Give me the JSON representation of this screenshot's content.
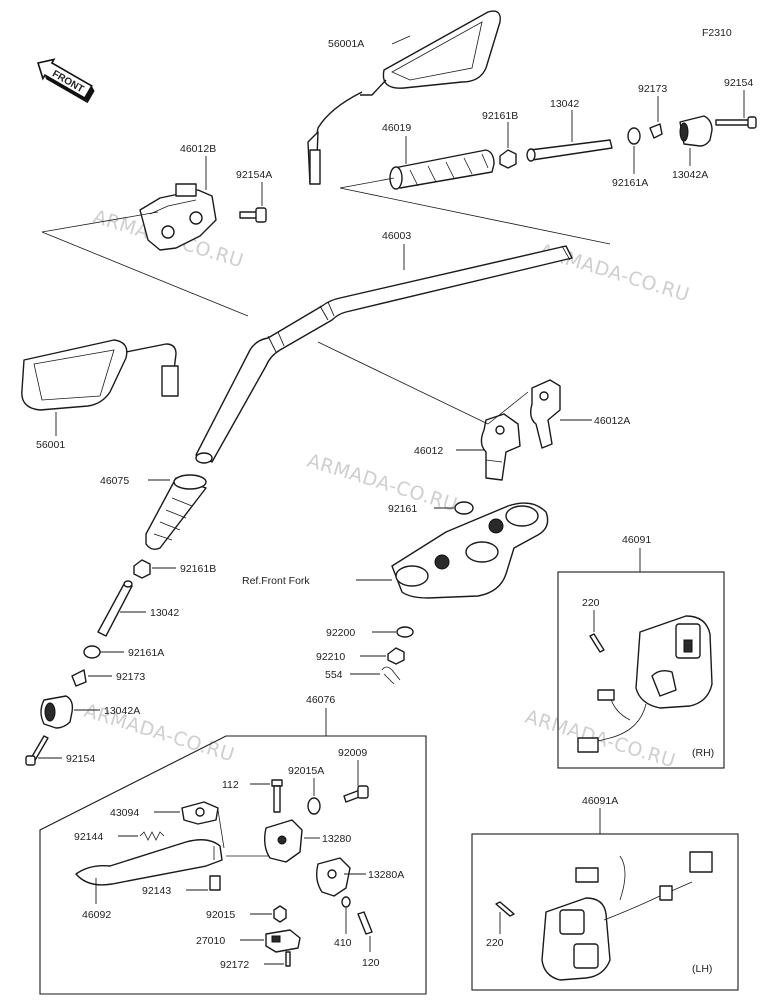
{
  "figure_code": "F2310",
  "front_label": "FRONT",
  "watermark": "ARMADA-CO.RU",
  "parts": {
    "p56001A": "56001A",
    "p46012B": "46012B",
    "p92154A": "92154A",
    "p46019": "46019",
    "p92161B_top": "92161B",
    "p13042_top": "13042",
    "p92173_top": "92173",
    "p92154_top": "92154",
    "p92161A_top": "92161A",
    "p13042A_top": "13042A",
    "p46003": "46003",
    "p56001": "56001",
    "p46012A": "46012A",
    "p46012": "46012",
    "p46075": "46075",
    "p92161": "92161",
    "p92161B": "92161B",
    "p13042": "13042",
    "p92161A": "92161A",
    "p92173": "92173",
    "p13042A": "13042A",
    "p92154": "92154",
    "p92200": "92200",
    "p92210": "92210",
    "p554": "554",
    "p46091": "46091",
    "p220_rh": "220",
    "p46076": "46076",
    "p92009": "92009",
    "p112": "112",
    "p92015A": "92015A",
    "p43094": "43094",
    "p13280": "13280",
    "p92144": "92144",
    "p13280A": "13280A",
    "p92143": "92143",
    "p46092": "46092",
    "p92015": "92015",
    "p410": "410",
    "p27010": "27010",
    "p120": "120",
    "p92172": "92172",
    "p46091A": "46091A",
    "p220_lh": "220"
  },
  "ref_front_fork": "Ref.Front Fork",
  "rh_label": "(RH)",
  "lh_label": "(LH)"
}
